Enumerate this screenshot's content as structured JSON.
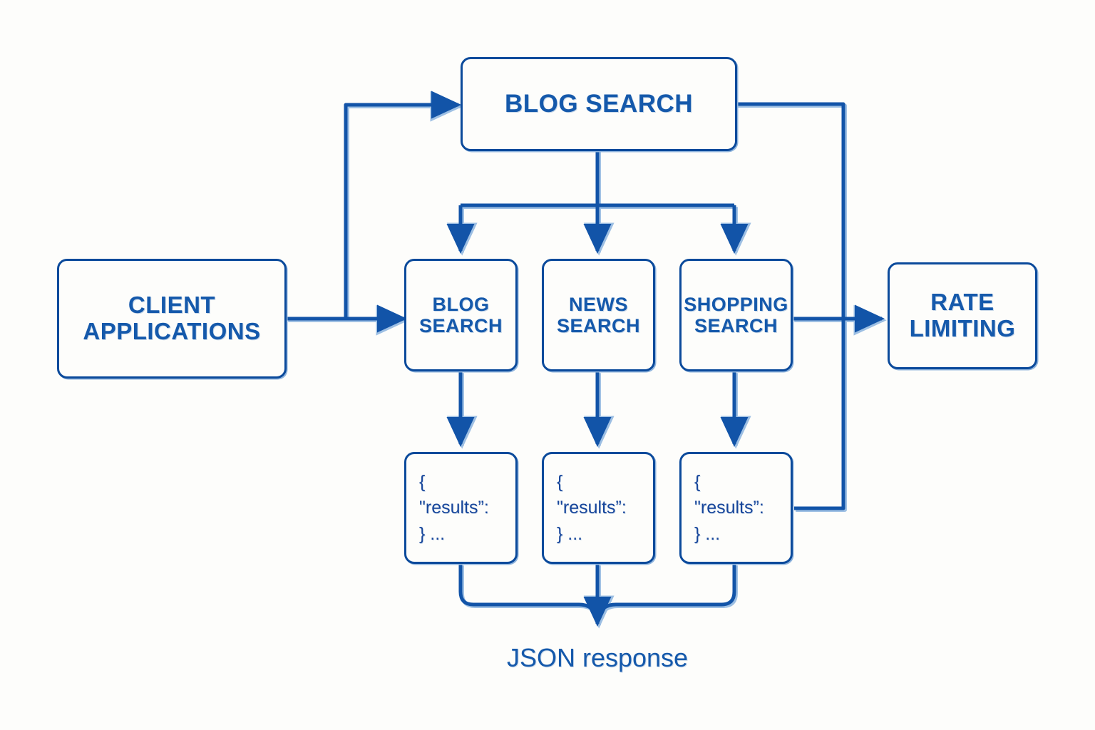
{
  "diagram": {
    "title_node": {
      "label": "BLOG SEARCH"
    },
    "client_node": {
      "label": "CLIENT\nAPPLICATIONS"
    },
    "rate_limit_node": {
      "label": "RATE\nLIMITING"
    },
    "services": [
      {
        "label": "BLOG\nSEARCH"
      },
      {
        "label": "NEWS\nSEARCH"
      },
      {
        "label": "SHOPPING\nSEARCH"
      }
    ],
    "json_boxes": [
      {
        "line1": "{",
        "line2": "\"results”:",
        "line3": "} ..."
      },
      {
        "line1": "{",
        "line2": "\"results”:",
        "line3": "} ..."
      },
      {
        "line1": "{",
        "line2": "\"results”:",
        "line3": "} ..."
      }
    ],
    "caption": "JSON response",
    "colors": {
      "line": "#1254a8",
      "line_highlight": "#9dbfe3",
      "border": "#0b4a9b",
      "text": "#1559ab",
      "json_text": "#16459a",
      "background": "#fdfdfb"
    }
  }
}
